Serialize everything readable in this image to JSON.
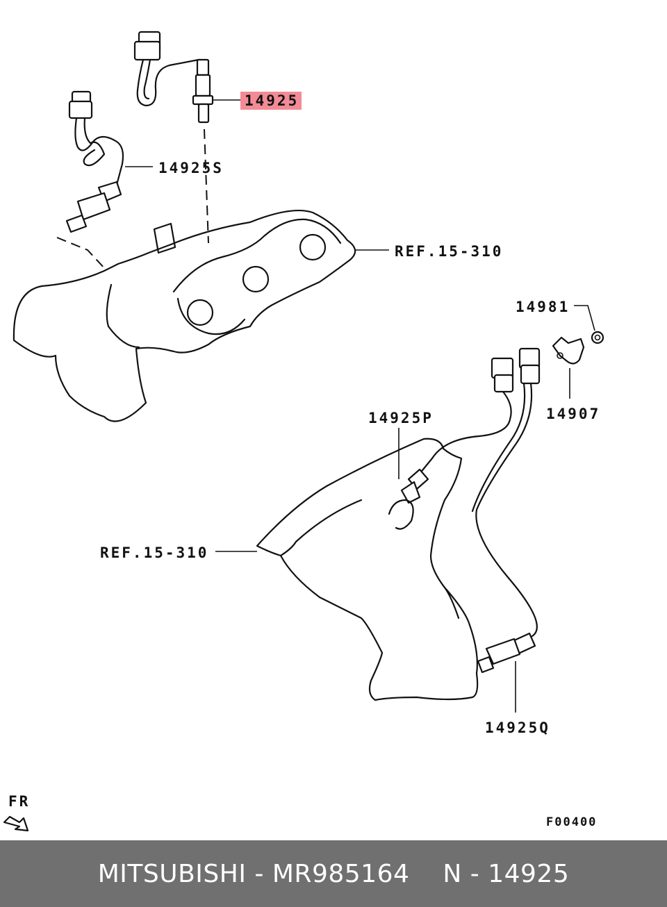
{
  "callouts": {
    "part_14925": "14925",
    "part_14925s": "14925S",
    "ref_upper": "REF.15-310",
    "part_14981": "14981",
    "part_14907": "14907",
    "part_14925p": "14925P",
    "ref_lower": "REF.15-310",
    "part_14925q": "14925Q"
  },
  "orientation": {
    "label": "FR",
    "icon": "arrow-icon"
  },
  "figure_code": "F00400",
  "footer": {
    "brand": "MITSUBISHI",
    "separator1": "-",
    "part_number": "MR985164",
    "ref_prefix": "N",
    "separator2": "-",
    "ref_number": "14925"
  },
  "colors": {
    "highlight": "#f28b96",
    "footer_bg": "#707070",
    "footer_text": "#ffffff",
    "line": "#111111"
  }
}
